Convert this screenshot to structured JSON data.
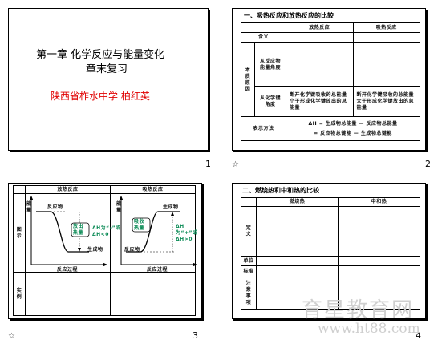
{
  "slide1": {
    "title_line1": "第一章 化学反应与能量变化",
    "title_line2": "章末复习",
    "author": "陕西省柞水中学 柏红英",
    "page": "1"
  },
  "slide2": {
    "heading": "一、吸热反应和放热反应的比较",
    "col_a": "放热反应",
    "col_b": "吸热反应",
    "row1": "含义",
    "row_group": "本质原因",
    "row2": "从反应物能量角度",
    "row3": "从化学键角度",
    "row3_a": "断开化学键吸收的总能量小于形成化学键放出的总能量",
    "row3_b": "断开化学键吸收的总能量大于形成化学键放出的总能量",
    "row4": "表示方法",
    "row4_line1": "ΔH = 生成物总能量 — 反应物总能量",
    "row4_line2": "= 反应物总键能 — 生成物总键能",
    "page": "2",
    "star": "☆"
  },
  "slide3": {
    "col_a": "放热反应",
    "col_b": "吸热反应",
    "row1": "图示",
    "row2": "实例",
    "y_axis": "能量",
    "x_axis": "反应过程",
    "reactant": "反应物",
    "product": "生成物",
    "box_a": "放出热量",
    "box_b": "吸收热量",
    "dh_a": "ΔH为“-”或ΔH<0",
    "dh_b": "ΔH为“+”或ΔH>0",
    "page": "3",
    "star": "☆"
  },
  "slide4": {
    "heading": "二、燃烧热和中和热的比较",
    "col_a": "燃烧热",
    "col_b": "中和热",
    "row1": "定义",
    "row2": "单位",
    "row3": "标准",
    "row4": "注意事项",
    "page": "4"
  },
  "watermark": {
    "cn": "育星教育网",
    "url": "www.ht88.com"
  }
}
